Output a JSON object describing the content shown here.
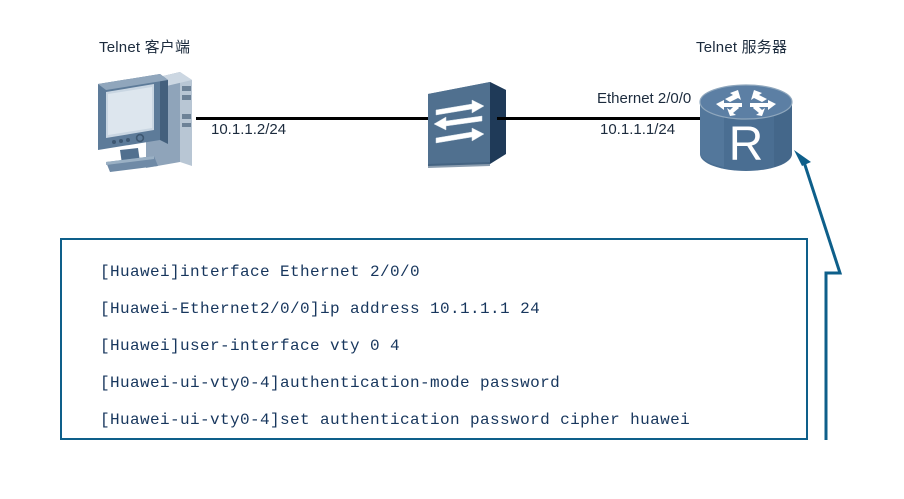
{
  "diagram": {
    "type": "network-topology",
    "background": "#ffffff",
    "nodes": [
      {
        "id": "client",
        "icon": "desktop-pc-icon",
        "title": "Telnet 客户端",
        "ip_label": "10.1.1.2/24"
      },
      {
        "id": "switch",
        "icon": "switch-icon",
        "title": ""
      },
      {
        "id": "router",
        "icon": "router-icon",
        "title": "Telnet 服务器",
        "letter": "R",
        "interface_label": "Ethernet 2/0/0",
        "ip_label": "10.1.1.1/24"
      }
    ],
    "links": [
      {
        "id": "link-client-switch",
        "color": "#000000"
      },
      {
        "id": "link-switch-router",
        "color": "#000000"
      }
    ],
    "colors": {
      "device_blue": "#4a6e92",
      "device_dark": "#23405e",
      "device_light": "#9db2c6",
      "screen": "#c9d6e2",
      "callout_border": "#0e5f8a",
      "code_text": "#17365d",
      "label_text": "#1c2b3d",
      "wire": "#000000"
    }
  },
  "command_box": {
    "border_color": "#0e5f8a",
    "lines": [
      "[Huawei]interface Ethernet 2/0/0",
      "[Huawei-Ethernet2/0/0]ip address 10.1.1.1 24",
      "[Huawei]user-interface vty 0 4",
      "[Huawei-ui-vty0-4]authentication-mode password",
      "[Huawei-ui-vty0-4]set authentication password cipher huawei"
    ]
  },
  "callout": {
    "id": "callout-arrow",
    "points_to": "router",
    "color": "#0e5f8a"
  }
}
